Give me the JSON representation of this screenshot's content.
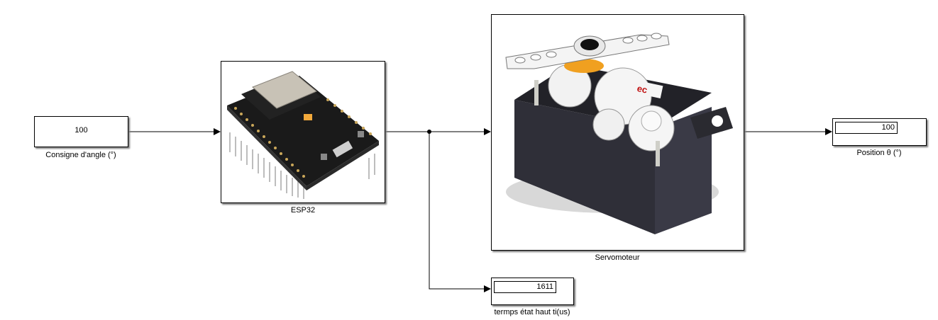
{
  "diagram": {
    "type": "simulink-model",
    "blocks": {
      "constant": {
        "label": "Consigne d'angle (°)",
        "value": "100"
      },
      "esp32": {
        "label": "ESP32",
        "image": "esp32-board-icon"
      },
      "servo": {
        "label": "Servomoteur",
        "image": "servo-motor-icon"
      },
      "display_position": {
        "label": "Position θ (°)",
        "value": "100"
      },
      "display_ti": {
        "label": "termps état haut ti(us)",
        "value": "1611"
      }
    },
    "connections": [
      {
        "from": "constant",
        "to": "esp32"
      },
      {
        "from": "esp32",
        "to": "servo"
      },
      {
        "from": "esp32",
        "to": "display_ti"
      },
      {
        "from": "servo",
        "to": "display_position"
      }
    ],
    "colors": {
      "wire": "#000000",
      "block_border": "#000000",
      "shadow": "#7a7a7a",
      "servo_accent": "#f0a020"
    }
  }
}
